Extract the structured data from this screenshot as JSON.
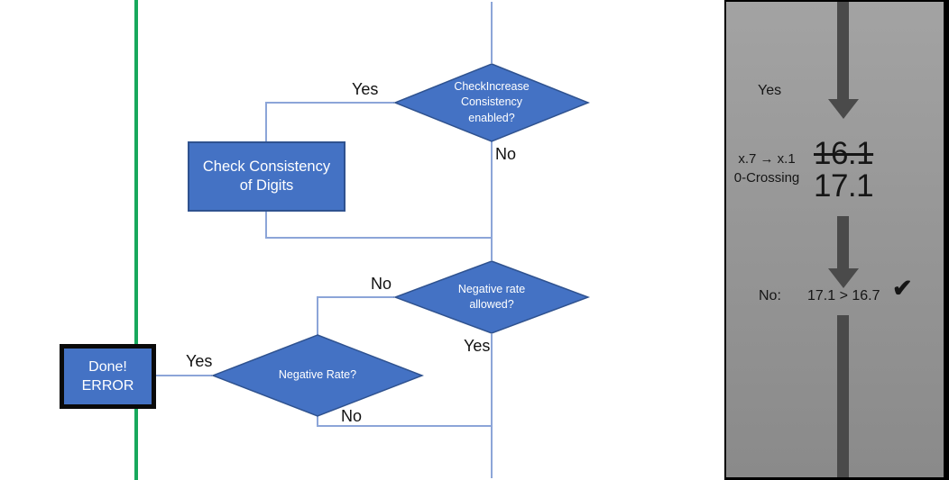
{
  "slide": {
    "flowchart": {
      "nodes": {
        "check_increase": {
          "line1": "CheckIncrease",
          "line2": "Consistency",
          "line3": "enabled?"
        },
        "check_consistency": {
          "line1": "Check Consistency",
          "line2": "of Digits"
        },
        "negative_rate_allowed": {
          "line1": "Negative rate",
          "line2": "allowed?"
        },
        "negative_rate": {
          "line1": "Negative Rate?"
        },
        "done_error": {
          "line1": "Done!",
          "line2": "ERROR"
        }
      },
      "labels": {
        "yes_top": "Yes",
        "no_top": "No",
        "no_mid": "No",
        "yes_mid": "Yes",
        "yes_done": "Yes",
        "no_bottom": "No"
      }
    },
    "side_panel": {
      "yes_label": "Yes",
      "case_rule": "x.7 → x.1",
      "case_name": "0-Crossing",
      "old_value": "16.1",
      "new_value": "17.1",
      "no_label": "No:",
      "comparison": "17.1 > 16.7",
      "check_icon": "✔"
    },
    "colors": {
      "node_fill": "#4472C4",
      "node_border": "#2F528F",
      "connector_blue": "#8CA5D8",
      "divider_green": "#17A85C",
      "arrow_gray": "#4A4A4A",
      "panel_gray": "#979797"
    }
  }
}
